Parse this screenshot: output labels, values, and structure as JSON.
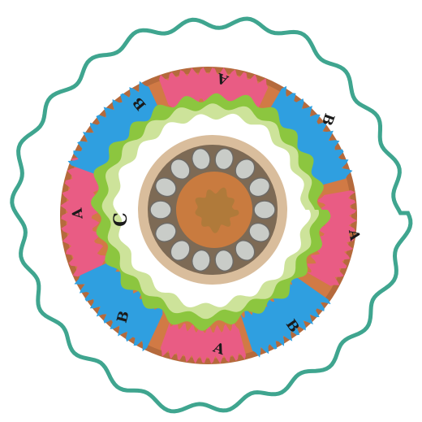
{
  "labels": {
    "a": "A",
    "b": "B",
    "c": "C"
  },
  "colors": {
    "outer_outline": "#3fa58f",
    "cortex_fill": "#ffffff",
    "ring_brown": "#b56a3c",
    "ring_orange": "#e7864c",
    "region_a": "#e95c84",
    "region_b": "#2f9fe0",
    "green_band": "#8cc63f",
    "green_band_light": "#cde39a",
    "inner_white": "#ffffff",
    "stele_ring": "#c27444",
    "vascular_cells": "#c9ccc8",
    "pith": "#c97b3f",
    "pith_center": "#b07a3a"
  }
}
